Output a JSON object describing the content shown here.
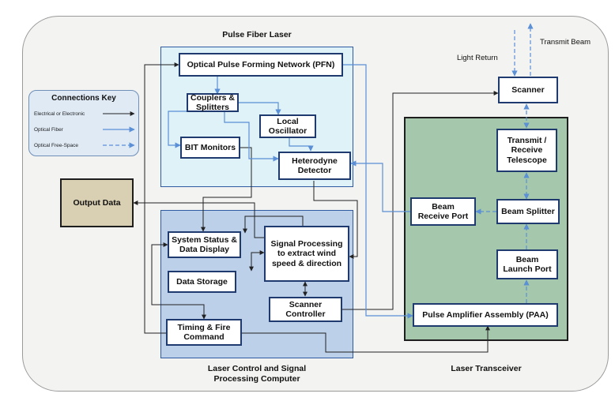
{
  "colors": {
    "outer_bg": "#f3f3f1",
    "outer_border": "#9a9a9a",
    "pulse_fiber_laser_bg": "#dff2f8",
    "pulse_fiber_laser_border": "#2d5aa0",
    "laser_control_bg": "#bcd0ea",
    "laser_control_border": "#2d5aa0",
    "laser_transceiver_bg": "#a5c8ac",
    "laser_transceiver_border": "#1e1e1e",
    "output_data_bg": "#d9cfb2",
    "key_bg": "#dfeaf5",
    "electrical_line": "#222222",
    "optical_line": "#5b8fd6"
  },
  "groups": {
    "pulse_fiber_laser": "Pulse Fiber Laser",
    "laser_control": "Laser Control and Signal\nProcessing Computer",
    "laser_transceiver": "Laser Transceiver"
  },
  "connections_key": {
    "title": "Connections Key",
    "electrical": "Electrical or Electronic",
    "optical_fiber": "Optical Fiber",
    "optical_free_space": "Optical Free-Space"
  },
  "boxes": {
    "pfn": "Optical Pulse Forming Network (PFN)",
    "couplers": "Couplers &\nSplitters",
    "local_oscillator": "Local\nOscillator",
    "bit_monitors": "BIT Monitors",
    "heterodyne": "Heterodyne\nDetector",
    "output_data": "Output Data",
    "system_status": "System Status &\nData Display",
    "signal_processing": "Signal Processing\nto extract wind\nspeed & direction",
    "data_storage": "Data Storage",
    "scanner_controller": "Scanner\nController",
    "timing_fire": "Timing & Fire\nCommand",
    "scanner": "Scanner",
    "telescope": "Transmit /\nReceive\nTelescope",
    "beam_splitter": "Beam Splitter",
    "beam_receive": "Beam\nReceive Port",
    "beam_launch": "Beam\nLaunch Port",
    "paa": "Pulse Amplifier Assembly (PAA)"
  },
  "beams": {
    "light_return": "Light Return",
    "transmit_beam": "Transmit Beam"
  }
}
